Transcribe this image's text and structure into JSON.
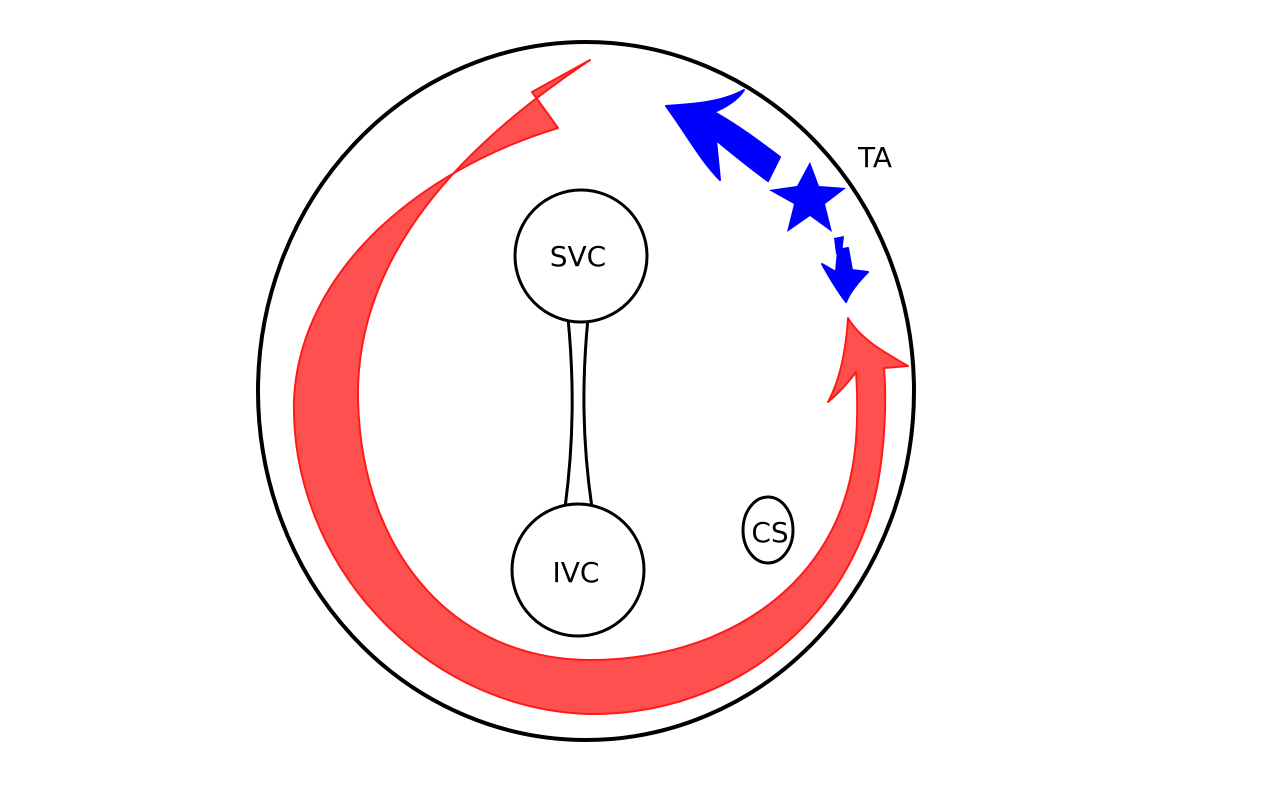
{
  "labels": {
    "svc": "SVC",
    "ivc": "IVC",
    "cs": "CS",
    "ta": "TA"
  },
  "colors": {
    "outline": "#000000",
    "macro_reentry_arrow": "#ff5050",
    "macro_reentry_edge": "#ff1a1a",
    "ablation_marker": "#0000ff",
    "background": "#ffffff"
  },
  "icons": {
    "ablation_point": "star-icon"
  }
}
